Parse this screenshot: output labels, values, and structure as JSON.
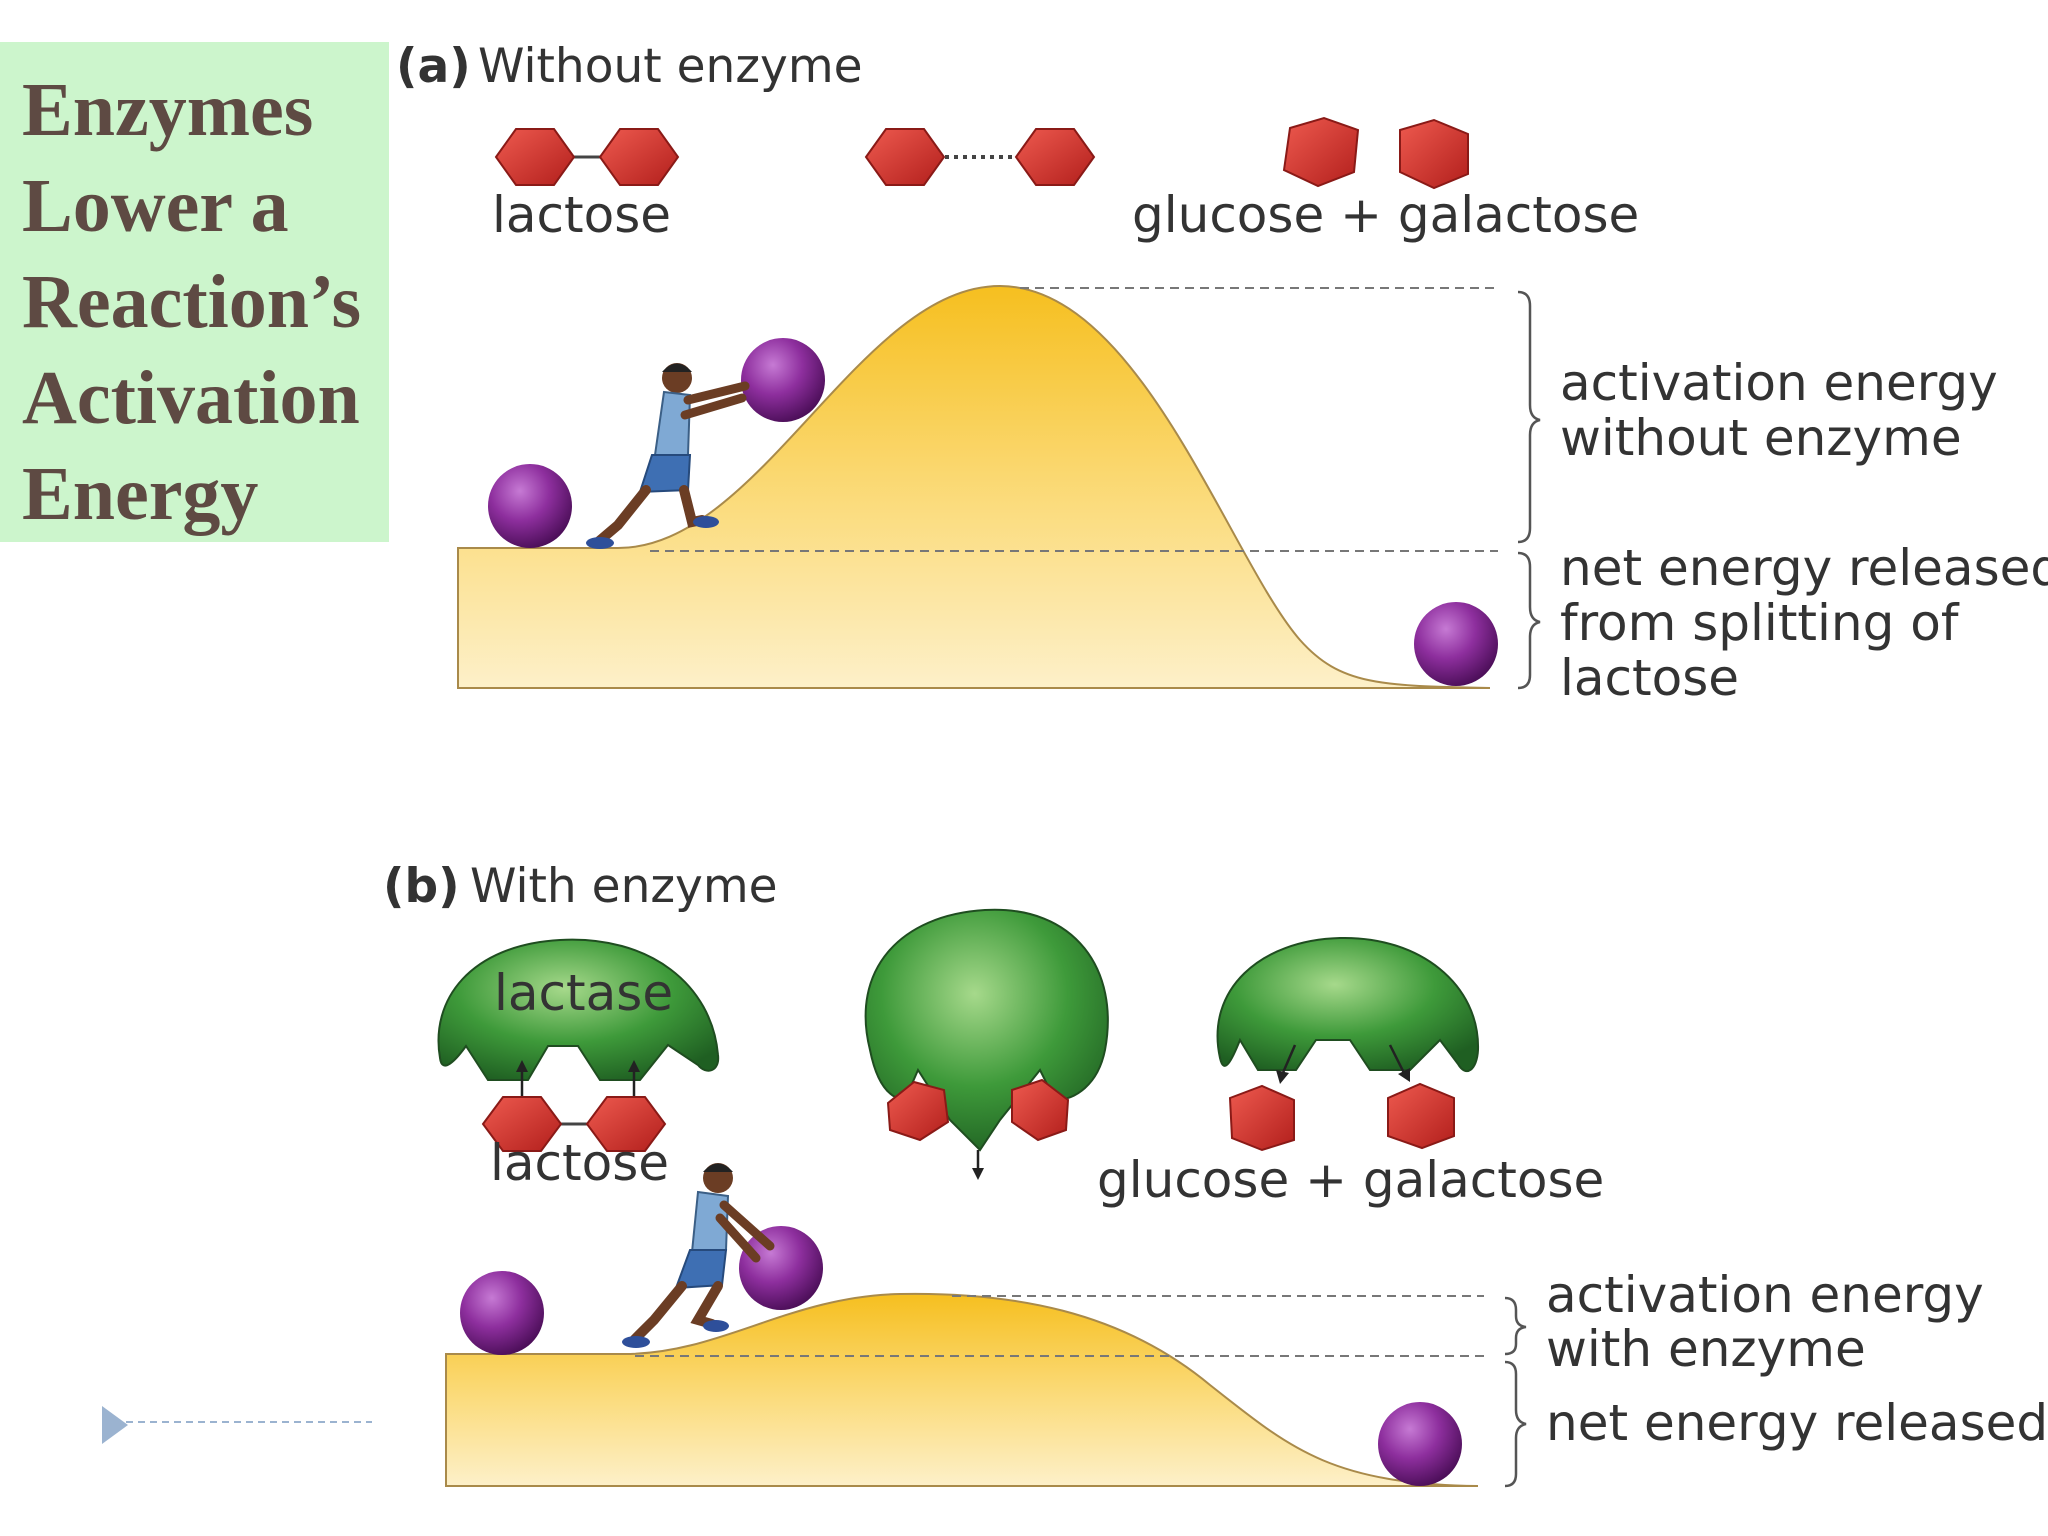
{
  "title": {
    "lines": [
      "Enzymes",
      "Lower a",
      "Reaction’s",
      "Activation",
      "Energy"
    ]
  },
  "panel_a": {
    "marker": "(a)",
    "heading": "Without enzyme",
    "reactant_label": "lactose",
    "product_label": "glucose + galactose",
    "activation_label": [
      "activation energy",
      "without enzyme"
    ],
    "net_label": [
      "net energy released",
      "from splitting of",
      "lactose"
    ]
  },
  "panel_b": {
    "marker": "(b)",
    "heading": "With enzyme",
    "enzyme_label": "lactase",
    "reactant_label": "lactose",
    "product_label": "glucose + galactose",
    "activation_label": [
      "activation energy",
      "with enzyme"
    ],
    "net_label": [
      "net energy released"
    ]
  },
  "colors": {
    "title_background": "#ccf5cc",
    "title_text": "#5e4a43",
    "hill_top": "#f6bf1f",
    "hill_bottom": "#fdf0c9",
    "molecule": "#d4302c",
    "ball": "#8e2f9e",
    "enzyme": "#3e9a3a",
    "nav_arrow": "#9bb3d0"
  },
  "icons": [
    "person-pushing-ball-icon",
    "purple-ball-icon",
    "hexagon-molecule-icon",
    "enzyme-blob-icon",
    "nav-triangle-icon"
  ]
}
